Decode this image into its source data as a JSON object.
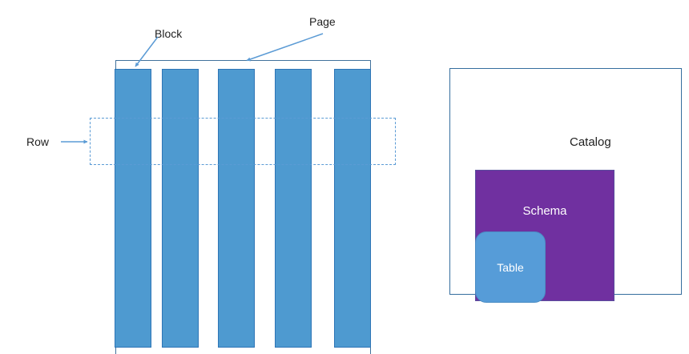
{
  "left_diagram": {
    "block_label": "Block",
    "page_label": "Page",
    "row_label": "Row",
    "block_count": 5
  },
  "right_diagram": {
    "catalog_label": "Catalog",
    "schema_label": "Schema",
    "table_label": "Table"
  },
  "colors": {
    "bar_fill": "#4E9AD0",
    "bar_border": "#2E75B6",
    "page_border": "#41719C",
    "dashed_border": "#5B9BD5",
    "arrow": "#5B9BD5",
    "catalog_border": "#356E9E",
    "schema_fill": "#7030A0",
    "schema_border": "#5A4E9E",
    "table_fill": "#569CD8",
    "table_border": "#4A8CC4",
    "label_text": "#1F1F1F",
    "white_text": "#FFFFFF"
  }
}
